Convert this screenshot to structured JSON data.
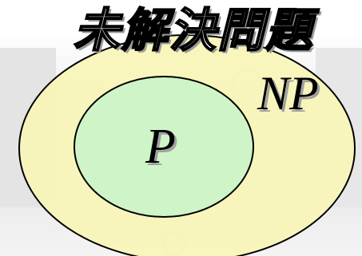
{
  "diagram": {
    "title": "未解決問題",
    "outer_set": {
      "label": "NP",
      "fill": "#f7f5b8",
      "stroke": "#000000"
    },
    "inner_set": {
      "label": "P",
      "fill": "#ccf3c7",
      "stroke": "#000000"
    },
    "background_tone": "#dcdcdc"
  }
}
